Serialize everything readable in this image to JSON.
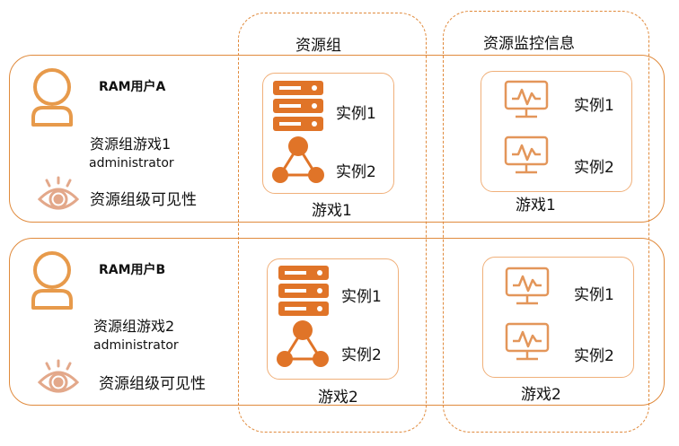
{
  "columns": {
    "resource_group": "资源组",
    "monitor_info": "资源监控信息"
  },
  "rows": [
    {
      "user": "RAM用户A",
      "group_name": "资源组游戏1",
      "role": "administrator",
      "visibility": "资源组级可见性",
      "resource_group": {
        "instances": [
          "实例1",
          "实例2"
        ],
        "label": "游戏1"
      },
      "monitor": {
        "instances": [
          "实例1",
          "实例2"
        ],
        "label": "游戏1"
      }
    },
    {
      "user": "RAM用户B",
      "group_name": "资源组游戏2",
      "role": "administrator",
      "visibility": "资源组级可见性",
      "resource_group": {
        "instances": [
          "实例1",
          "实例2"
        ],
        "label": "游戏2"
      },
      "monitor": {
        "instances": [
          "实例1",
          "实例2"
        ],
        "label": "游戏2"
      }
    }
  ],
  "colors": {
    "orange": "#e07428",
    "border": "#e08a3c",
    "card_border": "#f0b07a",
    "user_icon": "#e79a4b",
    "eye_icon": "#e3a88a"
  },
  "icons": [
    "user-icon",
    "eye-icon",
    "server-icon",
    "network-icon",
    "monitor-icon"
  ]
}
